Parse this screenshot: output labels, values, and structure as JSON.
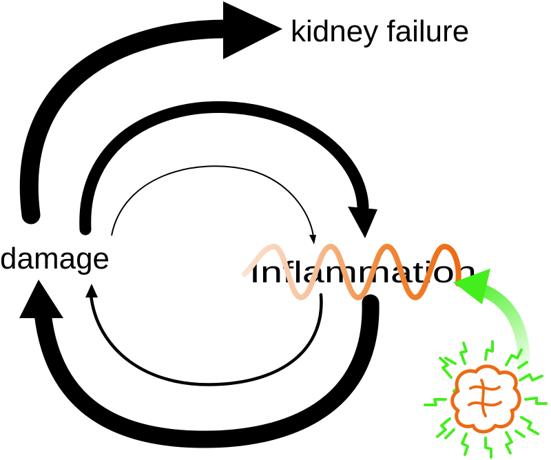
{
  "labels": {
    "outcome": "kidney failure",
    "left_node": "damage",
    "right_node": "Inflammation"
  },
  "colors": {
    "cycle_arrows": "#000000",
    "wave_light": "#f7c39e",
    "wave_mid": "#f08a3c",
    "wave_dark": "#ec6a12",
    "pathogen_outline": "#ec6a12",
    "pathogen_spikes": "#43ee1c",
    "trigger_arrow": "#43ee1c"
  },
  "icons": {
    "pathogen": "virus-particle-icon",
    "trigger": "gradient-curved-arrow"
  }
}
